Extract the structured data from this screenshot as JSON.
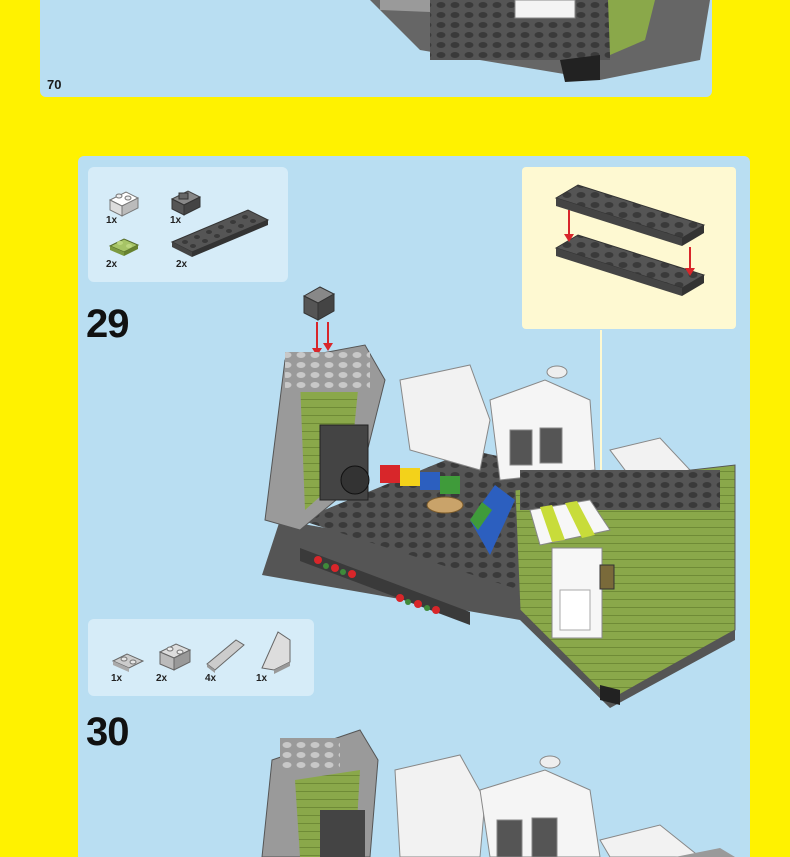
{
  "page": {
    "number": "70"
  },
  "steps": [
    {
      "number": "29",
      "parts": [
        {
          "qty": "1x",
          "part": "white 1x2 brick"
        },
        {
          "qty": "1x",
          "part": "dark grey 1x2 brick with grille"
        },
        {
          "qty": "2x",
          "part": "lime 1x2 plate"
        },
        {
          "qty": "2x",
          "part": "dark grey 2x6 plate"
        }
      ]
    },
    {
      "number": "30",
      "parts": [
        {
          "qty": "1x",
          "part": "light grey 1x2 plate"
        },
        {
          "qty": "2x",
          "part": "light grey 1x2 brick"
        },
        {
          "qty": "4x",
          "part": "light grey slope"
        },
        {
          "qty": "1x",
          "part": "light grey slope 2x1"
        }
      ]
    }
  ],
  "colors": {
    "background": "#fff200",
    "panel": "#b9def2",
    "callout": "#fef9d2",
    "arrow": "#d8262a",
    "lime": "#8aa84a"
  }
}
